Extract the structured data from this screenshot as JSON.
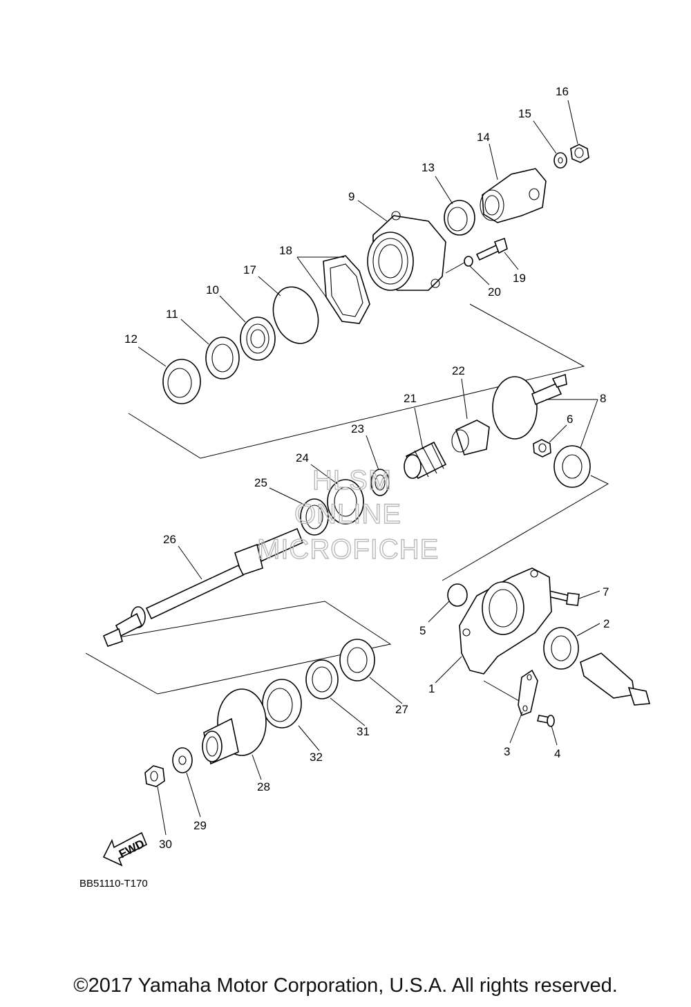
{
  "diagram": {
    "part_numbers": [
      "1",
      "2",
      "3",
      "4",
      "5",
      "6",
      "7",
      "8",
      "9",
      "10",
      "11",
      "12",
      "13",
      "14",
      "15",
      "16",
      "17",
      "18",
      "19",
      "20",
      "21",
      "22",
      "23",
      "24",
      "25",
      "26",
      "27",
      "28",
      "29",
      "30",
      "31",
      "32"
    ],
    "fwd_label": "FWD",
    "diagram_code": "BB51110-T170",
    "watermark": [
      "HLSM",
      "ONLINE",
      "MICROFICHE"
    ]
  },
  "footer": {
    "copyright": "©2017 Yamaha Motor Corporation, U.S.A. All rights reserved."
  }
}
